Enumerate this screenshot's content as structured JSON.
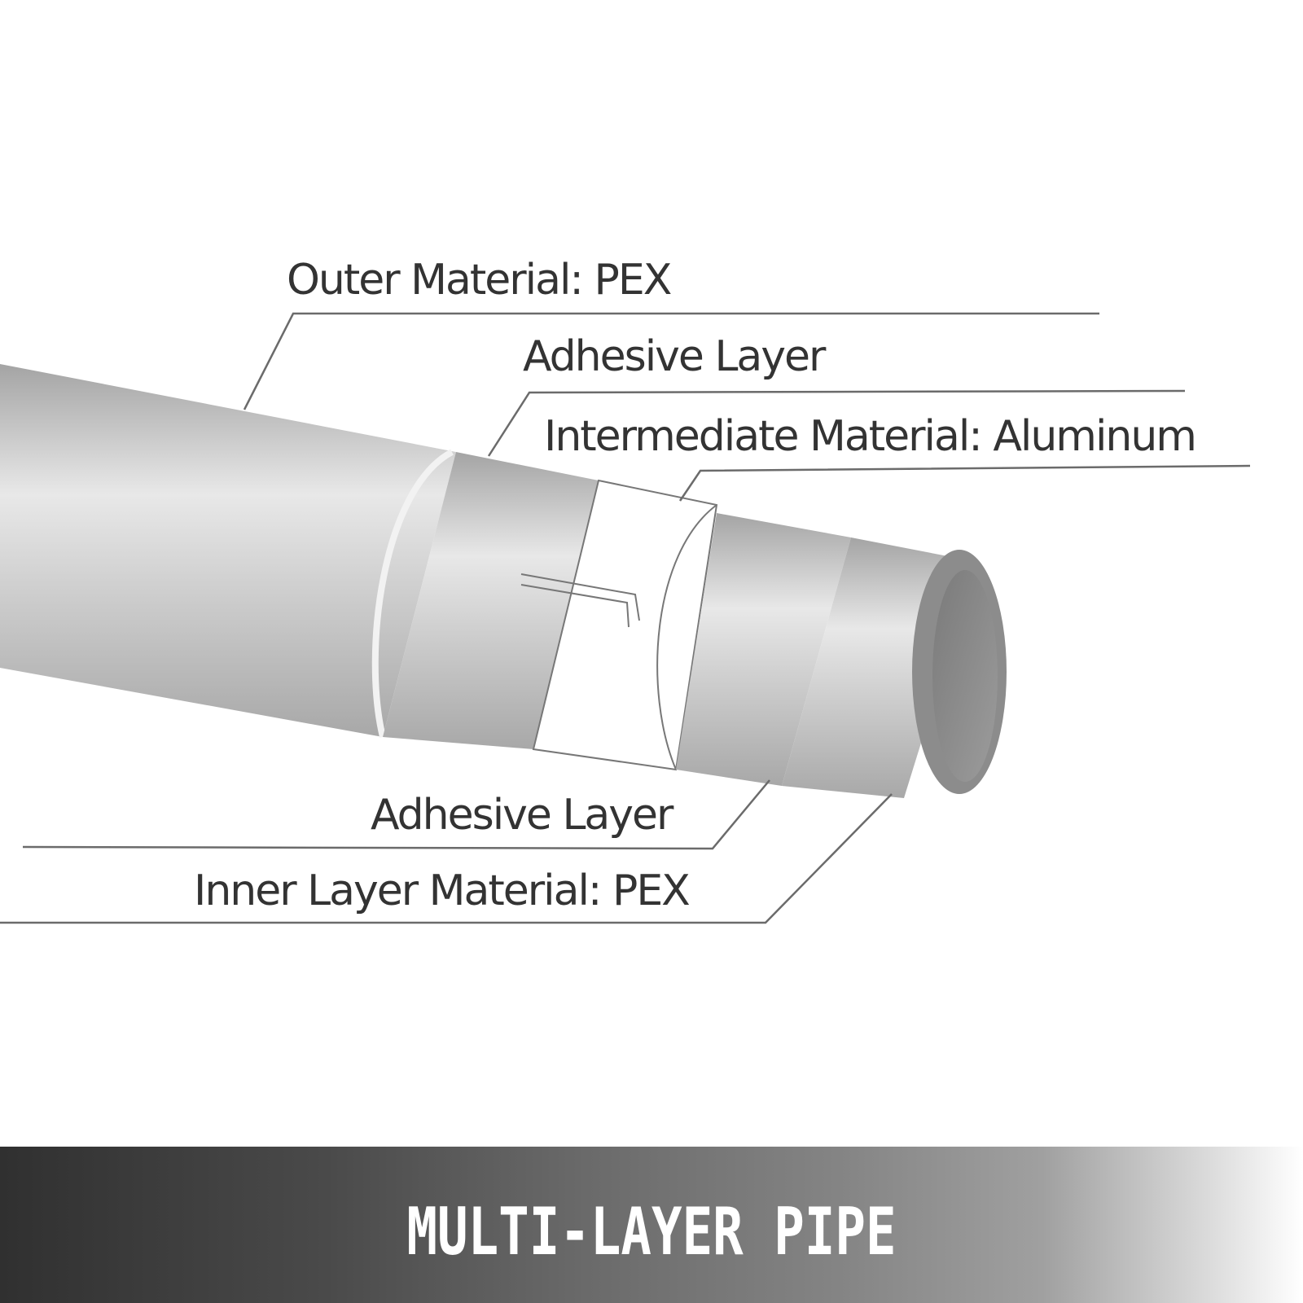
{
  "diagram": {
    "subject": "Multi-layer pipe cross-section",
    "labels": {
      "outer": "Outer Material: PEX",
      "adhesive_top": "Adhesive Layer",
      "intermediate": "Intermediate Material: Aluminum",
      "adhesive_bottom": "Adhesive Layer",
      "inner": "Inner Layer Material: PEX"
    },
    "colors": {
      "text": "#333333",
      "leader_line": "#6b6b6b",
      "pipe_gray": "#b8b8b8",
      "aluminum": "#ffffff"
    }
  },
  "banner": {
    "title": "MULTI-LAYER PIPE",
    "gradient_start": "#303030",
    "gradient_end": "#ffffff"
  }
}
